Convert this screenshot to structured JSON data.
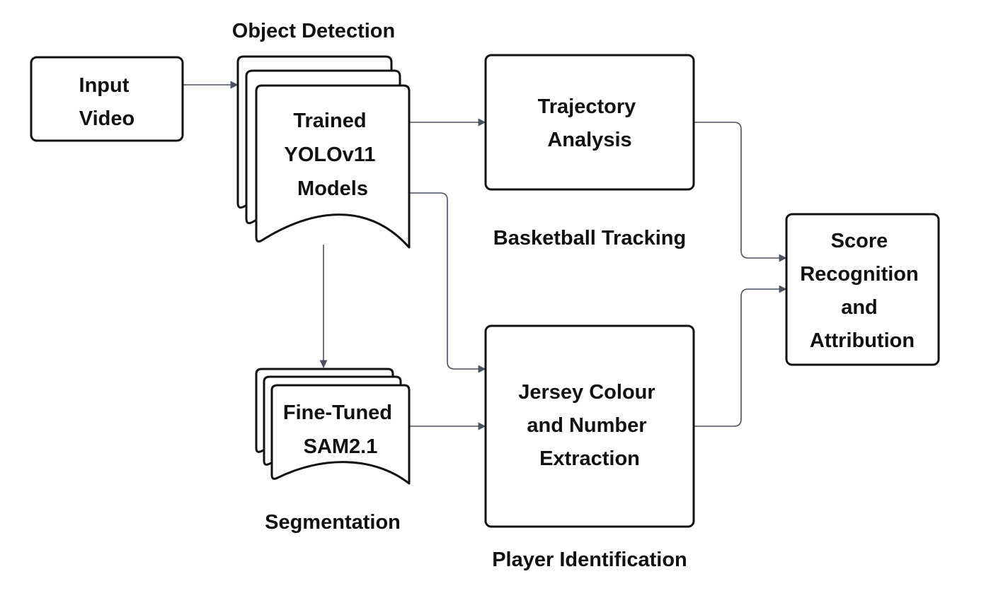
{
  "nodes": {
    "input_video": [
      "Input",
      "Video"
    ],
    "yolo_models": [
      "Trained",
      "YOLOv11",
      "Models"
    ],
    "trajectory": [
      "Trajectory",
      "Analysis"
    ],
    "sam": [
      "Fine-Tuned",
      "SAM2.1"
    ],
    "jersey": [
      "Jersey Colour",
      "and Number",
      "Extraction"
    ],
    "score": [
      "Score",
      "Recognition",
      "and",
      "Attribution"
    ]
  },
  "captions": {
    "object_detection": "Object Detection",
    "basketball_tracking": "Basketball Tracking",
    "segmentation": "Segmentation",
    "player_identification": "Player Identification"
  },
  "colors": {
    "stroke": "#111111",
    "edge": "#4a5260",
    "background": "#ffffff"
  }
}
